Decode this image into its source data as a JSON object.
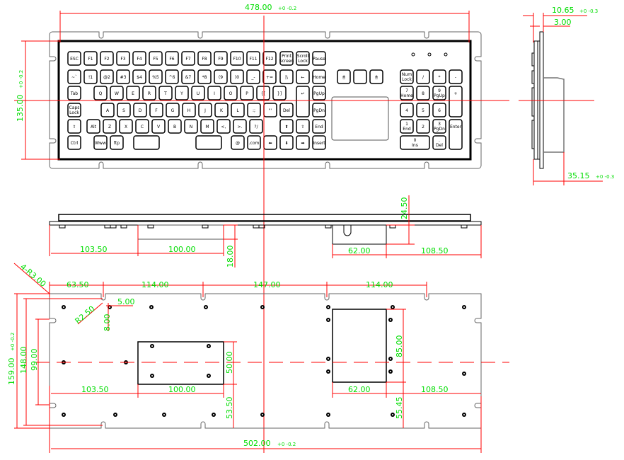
{
  "keyboard": {
    "keys": [
      "ESC",
      "F1",
      "F2",
      "F3",
      "F4",
      "F5",
      "F6",
      "F7",
      "F8",
      "F9",
      "F10",
      "F11",
      "F12",
      "Print Screen",
      "Scroll Lock",
      "Pause",
      "~`",
      "!1",
      "@2",
      "#3",
      "$4",
      "%5",
      "^6",
      "&7",
      "*8",
      "(9",
      ")0",
      "_-",
      "+=",
      "|\\",
      "←",
      "Home",
      "Num Lock",
      "/",
      "*",
      "-",
      "Tab",
      "Q",
      "W",
      "E",
      "R",
      "T",
      "Y",
      "U",
      "I",
      "O",
      "P",
      "{[",
      "}]",
      "PgUp",
      "7 Home",
      "8",
      "9 PgUp",
      "+",
      "Caps Lock",
      "A",
      "S",
      "D",
      "F",
      "G",
      "H",
      "J",
      "K",
      "L",
      ":;",
      "\"'",
      "Del",
      "PgDn",
      "4",
      "5",
      "6",
      "⇧",
      "Alt",
      "Z",
      "X",
      "C",
      "V",
      "B",
      "N",
      "M",
      "<,",
      ">.",
      "?/",
      "⬆",
      "⇧",
      "End",
      "1 End",
      "2",
      "3 PgDn",
      "Enter",
      "Ctrl",
      "Www",
      "ftp",
      "",
      "",
      "@",
      ".com",
      "⬅",
      "⬇",
      "➡",
      "Insert",
      "0 Ins",
      ". Del",
      "↵"
    ],
    "mouse_buttons": [
      "left-click",
      "",
      "right-click"
    ]
  },
  "dimensions": {
    "top_width": "478.00",
    "top_width_tol": "+0 -0.2",
    "top_height": "135.00",
    "top_height_tol": "+0 -0.2",
    "side_depth": "10.65",
    "side_depth_tol": "+0 -0.3",
    "side_plate": "3.00",
    "side_total": "35.15",
    "side_total_tol": "+0 -0.3",
    "front_left": "103.50",
    "front_module1": "100.00",
    "front_module1_h": "18.00",
    "front_module2": "62.00",
    "front_right": "108.50",
    "front_module2_h": "24.50",
    "corner_radius": "4-R3.00",
    "notch_radius": "R2.50",
    "notch_w": "5.00",
    "notch_d": "8.00",
    "hole_x1": "63.50",
    "hole_x2": "114.00",
    "hole_x3": "147.00",
    "hole_x4": "114.00",
    "bottom_height": "159.00",
    "bottom_height_tol": "+0 -0.2",
    "bottom_inner_h": "148.00",
    "slot_span": "99.00",
    "cut_left": "103.50",
    "cut_w": "100.00",
    "cut_h": "50.00",
    "cut_bottom": "53.50",
    "mod_w": "62.00",
    "mod_right": "108.50",
    "mod_h": "85.00",
    "mod_bottom": "55.45",
    "bottom_width": "502.00",
    "bottom_width_tol": "+0 -0.2"
  },
  "colors": {
    "dimension_text": "#00dd00",
    "dimension_line": "#ff0000",
    "outline": "#000000"
  }
}
